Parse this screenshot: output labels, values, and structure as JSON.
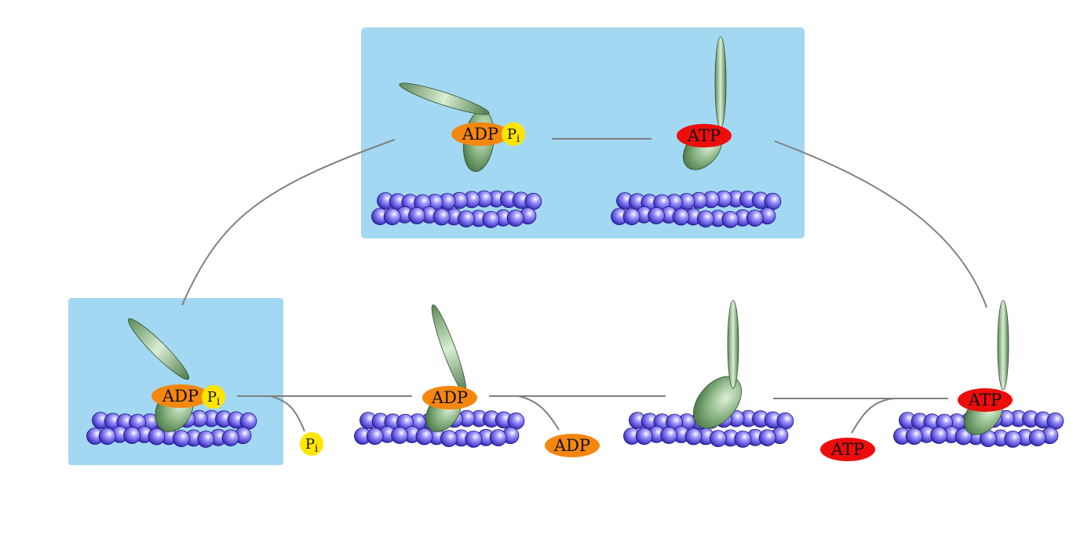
{
  "labels": {
    "adp": "ADP",
    "atp": "ATP",
    "pi_main": "P",
    "pi_sub": "i"
  },
  "colors": {
    "panel_background": "#a3d8f2",
    "adp_ellipse": "#f5860f",
    "atp_ellipse": "#ee0d0d",
    "pi_circle": "#ffe600",
    "myosin_dark": "#4f7a4a",
    "myosin_light": "#cfe8c9",
    "actin_bead": "#4a3fd6",
    "connector_line": "#808080"
  },
  "icons": {
    "actin_filament": "bead-chain-icon",
    "myosin_head": "myosin-head-icon",
    "myosin_lever": "lever-arm-icon"
  }
}
